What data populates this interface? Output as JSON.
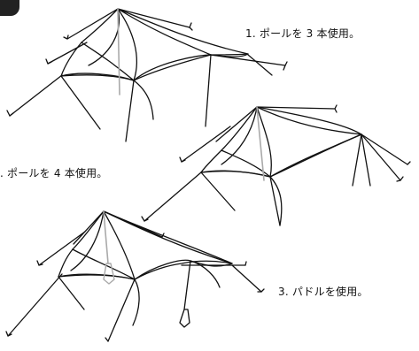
{
  "captions": {
    "one": "1. ポールを 3 本使用。",
    "two": ". ポールを 4 本使用。",
    "three": "3. パドルを使用。"
  },
  "colors": {
    "line": "#111111",
    "pole_gray": "#aaaaaa",
    "tab": "#222222"
  }
}
